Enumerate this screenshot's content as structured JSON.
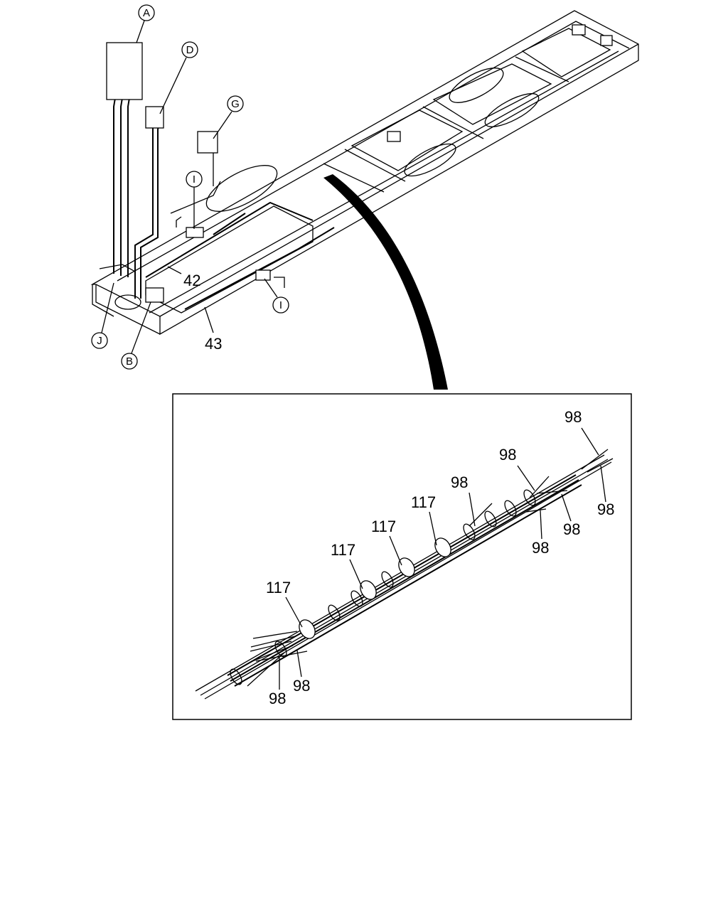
{
  "callouts": {
    "A": "A",
    "D": "D",
    "G": "G",
    "I_upper": "I",
    "I_lower": "I",
    "J": "J",
    "B": "B"
  },
  "part_labels": {
    "p42": "42",
    "p43": "43"
  },
  "detail_labels": {
    "l117_a": "117",
    "l117_b": "117",
    "l117_c": "117",
    "l117_d": "117",
    "l98_top": "98",
    "l98_upper": "98",
    "l98_mid": "98",
    "l98_right_a": "98",
    "l98_right_b": "98",
    "l98_right_c": "98",
    "l98_bot_a": "98",
    "l98_bot_b": "98"
  }
}
